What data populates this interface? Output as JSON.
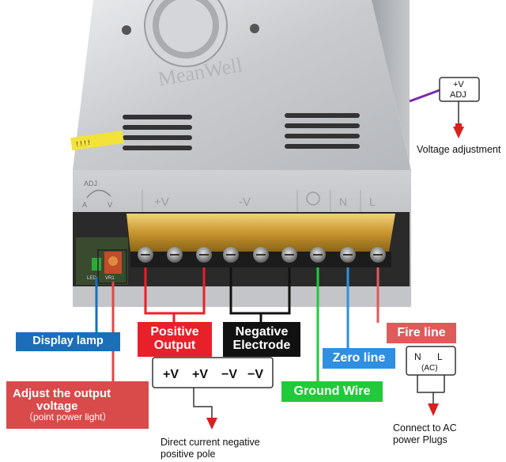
{
  "device": {
    "brand_text": "MeanWell",
    "warning_label": "! ! ! !",
    "adj_text_1": "ADJ",
    "adj_text_2": "A",
    "adj_text_3": "V",
    "terminal_labels": [
      "+V",
      "-V",
      "⏚",
      "N",
      "L"
    ],
    "led_text": "LED",
    "vr_text": "VR1"
  },
  "callouts": {
    "display_lamp": "Display lamp",
    "adjust_line1": "Adjust the output",
    "adjust_line2": "voltage",
    "adjust_line3": "（point power light）",
    "positive_line1": "Positive",
    "positive_line2": "Output",
    "negative_line1": "Negative",
    "negative_line2": "Electrode",
    "ground_wire": "Ground Wire",
    "zero_line": "Zero line",
    "fire_line": "Fire line"
  },
  "adj_diagram": {
    "line1": "+V",
    "line2": "ADJ",
    "caption": "Voltage adjustment"
  },
  "dc_diagram": {
    "terminals": [
      "+V",
      "+V",
      "−V",
      "−V"
    ],
    "caption_line1": "Direct current negative",
    "caption_line2": "positive pole"
  },
  "ac_diagram": {
    "n": "N",
    "l": "L",
    "ac": "(AC)",
    "caption_line1": "Connect to AC",
    "caption_line2": "power Plugs"
  },
  "colors": {
    "positive": "#e8202a",
    "negative": "#111111",
    "ground": "#22c93a",
    "zero": "#2f8fe0",
    "fire": "#e05a5a",
    "display_lamp": "#1b6fb8",
    "adjust": "#d94a4a",
    "purple": "#7a2aa8",
    "arrow_red": "#d6221f"
  }
}
